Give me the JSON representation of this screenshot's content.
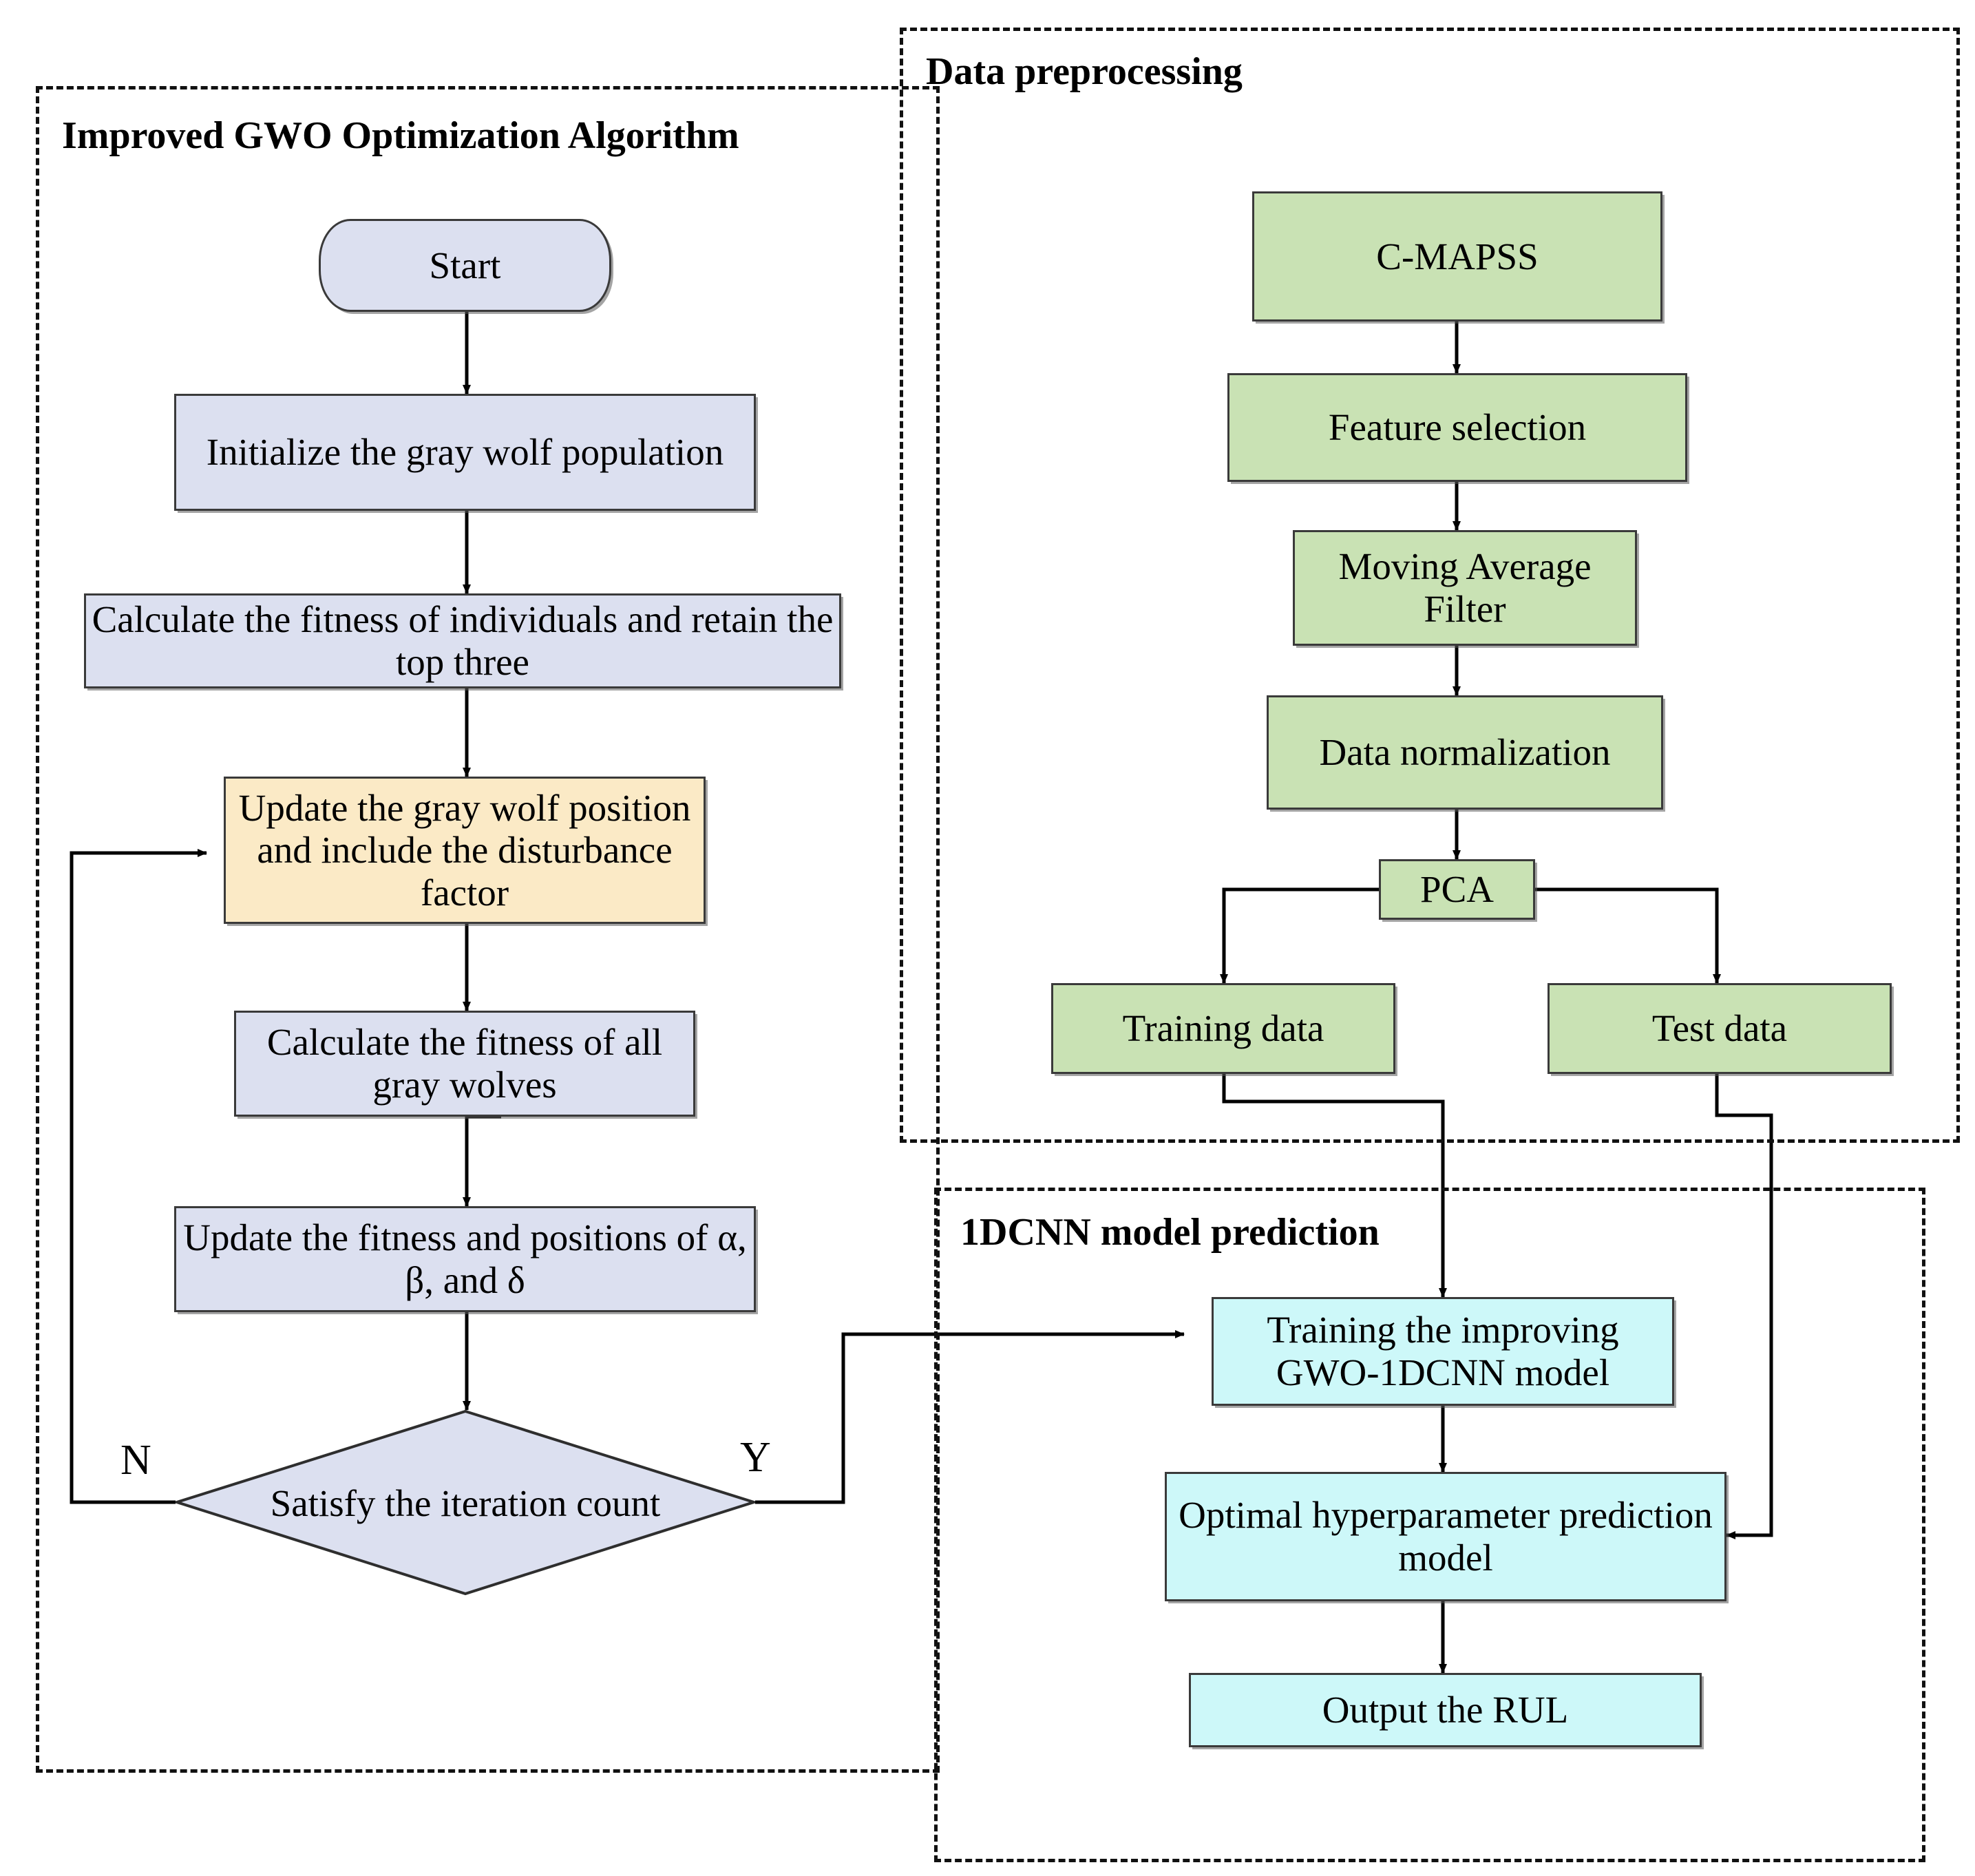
{
  "diagram": {
    "title": "GWO-1DCNN RUL prediction framework flowchart",
    "colors": {
      "blue_node": "#dce0f0",
      "green_node": "#c9e2b4",
      "cyan_node": "#cdf8f9",
      "cream_node": "#fbeac6",
      "border": "#3a3a3a",
      "connector": "#000000",
      "group_border": "#111111"
    }
  },
  "groups": [
    {
      "id": "gwo",
      "title": "Improved GWO Optimization Algorithm"
    },
    {
      "id": "prep",
      "title": "Data preprocessing"
    },
    {
      "id": "cnn",
      "title": "1DCNN model prediction"
    }
  ],
  "gwo": {
    "nodes": {
      "start": "Start",
      "init": "Initialize the gray wolf population",
      "fitness": "Calculate the fitness of individuals and retain the top three",
      "update_pos": "Update the gray wolf position and include the disturbance factor",
      "calc_all": "Calculate the fitness of all gray wolves",
      "update_abd": "Update the fitness and positions of α, β, and δ",
      "decision": "Satisfy the iteration count"
    },
    "branches": {
      "no": "N",
      "yes": "Y"
    }
  },
  "prep": {
    "nodes": {
      "cmapss": "C-MAPSS",
      "feature": "Feature selection",
      "filter": "Moving Average Filter",
      "normalize": "Data normalization",
      "pca": "PCA",
      "train": "Training data",
      "test": "Test data"
    }
  },
  "cnn": {
    "nodes": {
      "training": "Training the improving GWO-1DCNN model",
      "optimal": "Optimal hyperparameter prediction model",
      "output": "Output the RUL"
    }
  }
}
